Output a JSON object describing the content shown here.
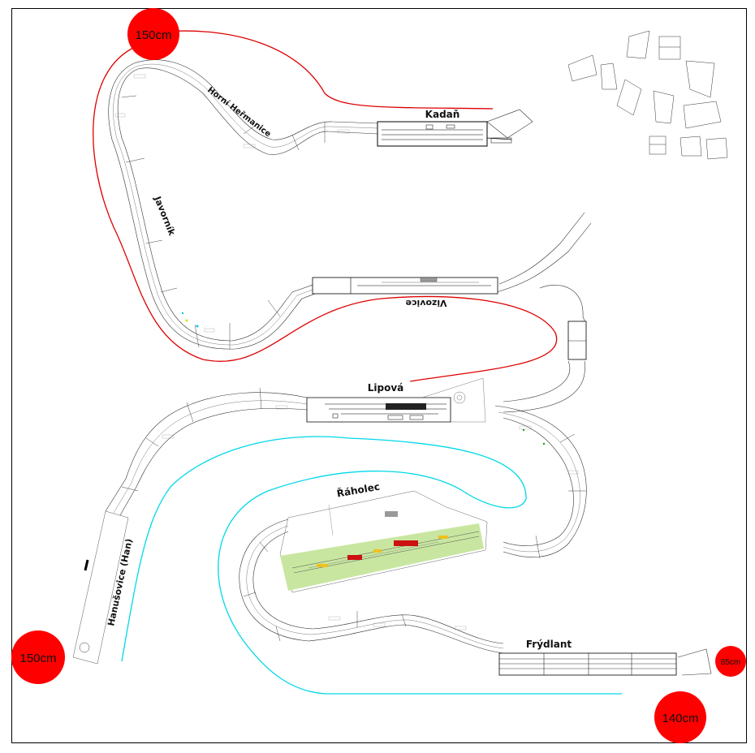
{
  "stations": {
    "kadan": "Kadaň",
    "horni_hermanice": "Horní Heřmanice",
    "javornik": "Javorník",
    "vizovice": "Vizovice",
    "lipova": "Lipová",
    "raholec": "Řáholec",
    "hanusovice": "Hanušovice (Han)",
    "frydlant": "Frýdlant"
  },
  "dimensions": {
    "top_left": "150cm",
    "bottom_left": "150cm",
    "bottom_right": "140cm",
    "right_small": "85cm"
  },
  "colors": {
    "dimension_marker": "#ff0000",
    "clearance_upper": "#dd0000",
    "clearance_lower": "#00d8e8",
    "raholec_terrain": "#c8e6a0",
    "building_red": "#cc1111",
    "building_yellow": "#f0c020",
    "platform_gray": "#999999"
  }
}
